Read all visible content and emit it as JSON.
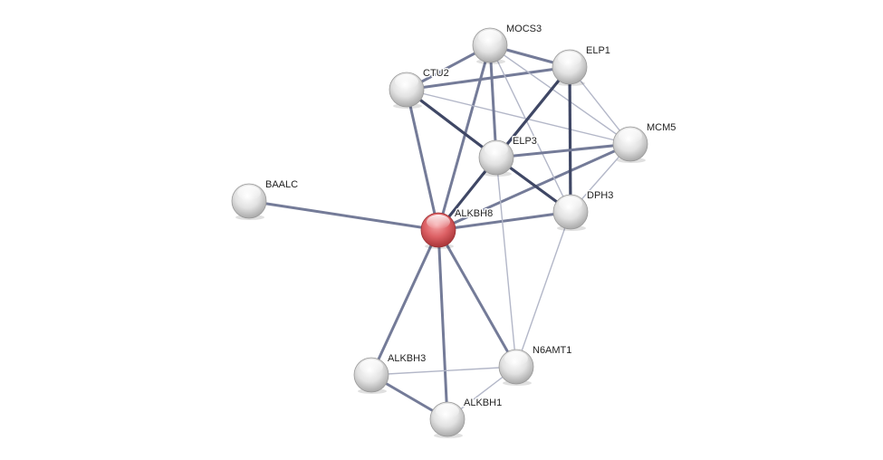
{
  "network": {
    "query_node": "ALKBH8",
    "colors": {
      "query_node": "#d9585c",
      "node": "#e6e6e6",
      "edge_strong": "#3f4765",
      "edge_medium": "#747b98",
      "edge_weak": "#b3b7c8"
    },
    "nodes": [
      {
        "id": "MOCS3",
        "label": "MOCS3"
      },
      {
        "id": "ELP1",
        "label": "ELP1"
      },
      {
        "id": "CTU2",
        "label": "CTU2"
      },
      {
        "id": "MCM5",
        "label": "MCM5"
      },
      {
        "id": "ELP3",
        "label": "ELP3"
      },
      {
        "id": "BAALC",
        "label": "BAALC"
      },
      {
        "id": "DPH3",
        "label": "DPH3"
      },
      {
        "id": "ALKBH8",
        "label": "ALKBH8"
      },
      {
        "id": "N6AMT1",
        "label": "N6AMT1"
      },
      {
        "id": "ALKBH3",
        "label": "ALKBH3"
      },
      {
        "id": "ALKBH1",
        "label": "ALKBH1"
      }
    ],
    "edges": [
      {
        "source": "ALKBH8",
        "target": "BAALC",
        "strength": "medium"
      },
      {
        "source": "ALKBH8",
        "target": "CTU2",
        "strength": "medium"
      },
      {
        "source": "ALKBH8",
        "target": "MOCS3",
        "strength": "medium"
      },
      {
        "source": "ALKBH8",
        "target": "ELP3",
        "strength": "strong"
      },
      {
        "source": "ALKBH8",
        "target": "DPH3",
        "strength": "medium"
      },
      {
        "source": "ALKBH8",
        "target": "MCM5",
        "strength": "medium"
      },
      {
        "source": "ALKBH8",
        "target": "ALKBH3",
        "strength": "medium"
      },
      {
        "source": "ALKBH8",
        "target": "ALKBH1",
        "strength": "medium"
      },
      {
        "source": "ALKBH8",
        "target": "N6AMT1",
        "strength": "medium"
      },
      {
        "source": "CTU2",
        "target": "MOCS3",
        "strength": "medium"
      },
      {
        "source": "CTU2",
        "target": "ELP1",
        "strength": "medium"
      },
      {
        "source": "CTU2",
        "target": "ELP3",
        "strength": "strong"
      },
      {
        "source": "CTU2",
        "target": "MCM5",
        "strength": "weak"
      },
      {
        "source": "MOCS3",
        "target": "ELP1",
        "strength": "medium"
      },
      {
        "source": "MOCS3",
        "target": "ELP3",
        "strength": "medium"
      },
      {
        "source": "MOCS3",
        "target": "MCM5",
        "strength": "weak"
      },
      {
        "source": "MOCS3",
        "target": "DPH3",
        "strength": "weak"
      },
      {
        "source": "ELP1",
        "target": "ELP3",
        "strength": "strong"
      },
      {
        "source": "ELP1",
        "target": "DPH3",
        "strength": "strong"
      },
      {
        "source": "ELP1",
        "target": "MCM5",
        "strength": "weak"
      },
      {
        "source": "ELP3",
        "target": "MCM5",
        "strength": "medium"
      },
      {
        "source": "ELP3",
        "target": "DPH3",
        "strength": "strong"
      },
      {
        "source": "ELP3",
        "target": "N6AMT1",
        "strength": "weak"
      },
      {
        "source": "DPH3",
        "target": "MCM5",
        "strength": "weak"
      },
      {
        "source": "DPH3",
        "target": "N6AMT1",
        "strength": "weak"
      },
      {
        "source": "ALKBH3",
        "target": "ALKBH1",
        "strength": "medium"
      },
      {
        "source": "ALKBH3",
        "target": "N6AMT1",
        "strength": "weak"
      },
      {
        "source": "ALKBH1",
        "target": "N6AMT1",
        "strength": "weak"
      }
    ]
  }
}
